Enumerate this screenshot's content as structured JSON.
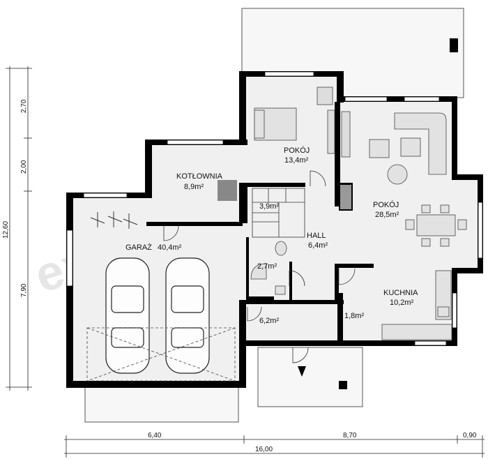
{
  "watermark": "extradom",
  "rooms": {
    "pokoj_small": {
      "name": "POKÓJ",
      "area": "13,4m²"
    },
    "kotlownia": {
      "name": "KOTŁOWNIA",
      "area": "8,9m²"
    },
    "pokoj_large": {
      "name": "POKÓJ",
      "area": "28,5m²"
    },
    "storage": {
      "area": "3,9m²"
    },
    "hall": {
      "name": "HALL",
      "area": "6,4m²"
    },
    "garaz": {
      "name": "GARAŻ",
      "area": "40,4m²"
    },
    "bath": {
      "area": "2,7m²"
    },
    "kuchnia": {
      "name": "KUCHNIA",
      "area": "10,2m²"
    },
    "pantry": {
      "area": "1,8m²"
    },
    "vestibule": {
      "area": "6,2m²"
    }
  },
  "dimensions": {
    "horizontal": {
      "d1": "6,40",
      "d2": "8,70",
      "d3": "0,90",
      "total": "16,00"
    },
    "vertical": {
      "v1": "2,70",
      "v2": "2,00",
      "v3": "7,90",
      "total": "12,60"
    }
  },
  "colors": {
    "wall": "#000000",
    "floor": "#f0f0f0",
    "terrace": "#f7f7f7",
    "window": "#ffffff"
  }
}
